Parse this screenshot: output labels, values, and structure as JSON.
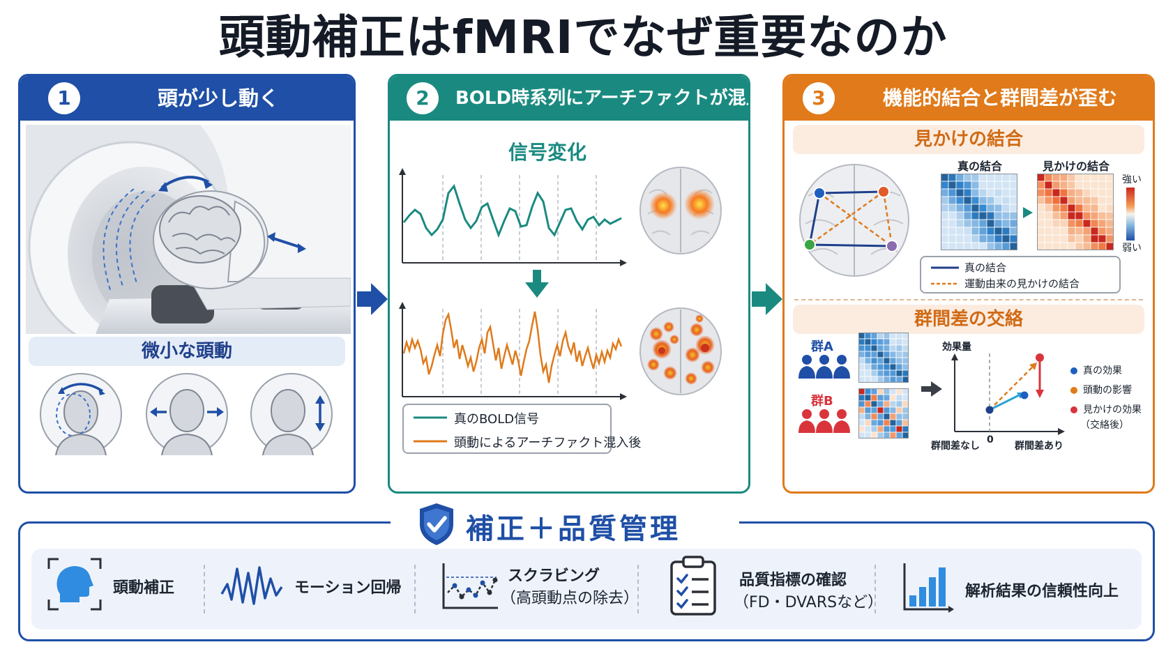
{
  "title": "頭動補正はfMRIでなぜ重要なのか",
  "panel1": {
    "number": "1",
    "title": "頭が少し動く",
    "sublabel": "微小な頭動"
  },
  "panel2": {
    "number": "2",
    "title": "BOLD時系列にアーチファクトが混入",
    "signal_label": "信号変化",
    "legend": [
      {
        "label": "真のBOLD信号",
        "color": "#1a8a80"
      },
      {
        "label": "頭動によるアーチファクト混入後",
        "color": "#e07a1a"
      }
    ]
  },
  "panel3": {
    "number": "3",
    "title": "機能的結合と群間差が歪む",
    "section1": {
      "label": "見かけの結合",
      "matrix_true_label": "真の結合",
      "matrix_apparent_label": "見かけの結合",
      "colorbar_high": "強い",
      "colorbar_low": "弱い",
      "legend": [
        {
          "label": "真の結合",
          "color": "#1f3f8a"
        },
        {
          "label": "運動由来の見かけの結合",
          "color": "#e07a1a"
        }
      ]
    },
    "section2": {
      "label": "群間差の交絡",
      "group_a": "群A",
      "group_b": "群B",
      "y_axis_label": "効果量",
      "x_left_label": "群間差なし",
      "x_zero_label": "0",
      "x_right_label": "群間差あり",
      "legend": [
        {
          "label": "真の効果",
          "color": "#1f5fbf"
        },
        {
          "label": "頭動の影響",
          "color": "#e07a1a"
        },
        {
          "label": "見かけの効果",
          "color": "#d9343c"
        },
        {
          "label": "（交絡後）",
          "color": ""
        }
      ]
    }
  },
  "bottom": {
    "title": "補正＋品質管理",
    "items": [
      {
        "label": "頭動補正",
        "sub": ""
      },
      {
        "label": "モーション回帰",
        "sub": ""
      },
      {
        "label": "スクラビング",
        "sub": "（高頭動点の除去）"
      },
      {
        "label": "品質指標の確認",
        "sub": "（FD・DVARSなど）"
      },
      {
        "label": "解析結果の信頼性向上",
        "sub": ""
      }
    ]
  },
  "colors": {
    "blue": "#1f4fa6",
    "teal": "#1a8a80",
    "orange": "#e07a1a",
    "red": "#d9343c"
  }
}
